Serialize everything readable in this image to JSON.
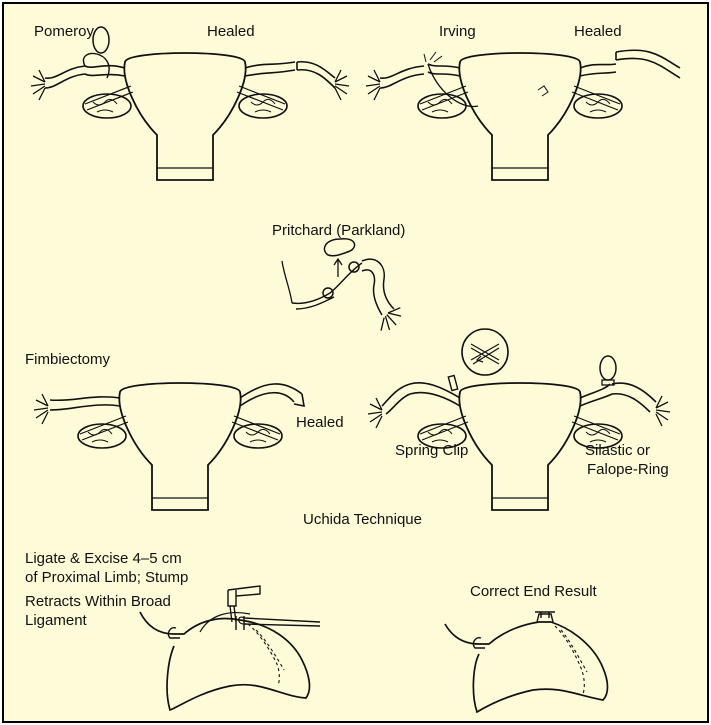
{
  "colors": {
    "background": "#fdfbd8",
    "ink": "#111111",
    "border": "#000000"
  },
  "labels": {
    "pomeroy": "Pomeroy",
    "healed_top_left": "Healed",
    "irving": "Irving",
    "healed_top_right": "Healed",
    "pritchard": "Pritchard (Parkland)",
    "fimbriectomy": "Fimbiectomy",
    "healed_mid_left": "Healed",
    "spring_clip": "Spring Clip",
    "silastic": "Silastic or",
    "falope": "Falope-Ring",
    "uchida": "Uchida Technique",
    "ligate_line1": "Ligate & Excise 4–5 cm",
    "ligate_line2": "of Proximal Limb; Stump",
    "ligate_line3": "Retracts Within Broad",
    "ligate_line4": "Ligament",
    "correct_end": "Correct End Result"
  },
  "icons": {
    "uterus": "uterus-icon",
    "fallopian_tube": "fallopian-tube-icon",
    "ovary": "ovary-icon",
    "clamp": "clamp-icon",
    "clip_detail": "spring-clip-detail-icon"
  }
}
